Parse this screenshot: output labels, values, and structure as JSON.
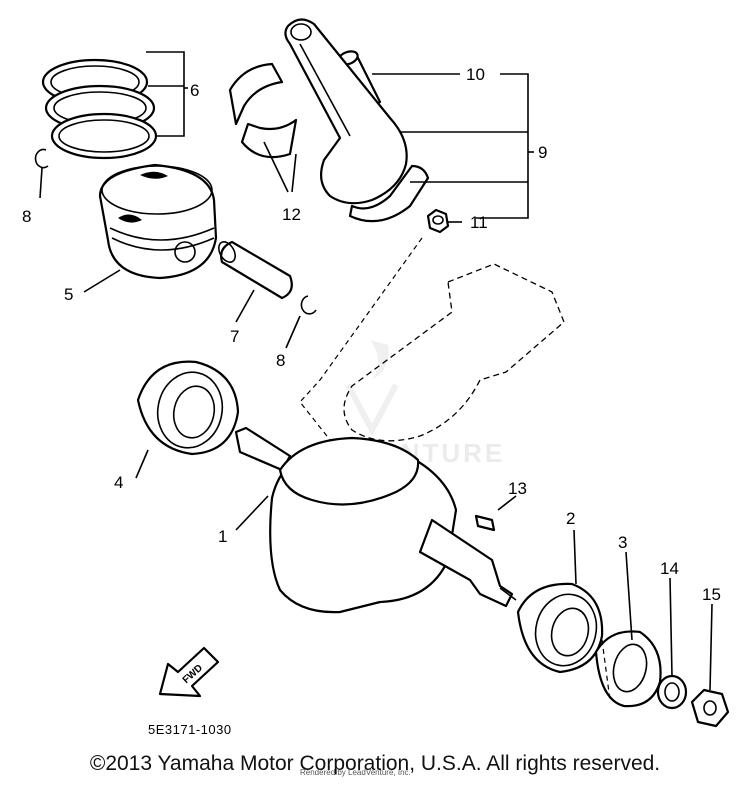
{
  "diagram": {
    "code": "5E3171-1030",
    "fwd_label": "FWD",
    "callouts": [
      {
        "id": "1",
        "label": "1"
      },
      {
        "id": "2",
        "label": "2"
      },
      {
        "id": "3",
        "label": "3"
      },
      {
        "id": "4",
        "label": "4"
      },
      {
        "id": "5",
        "label": "5"
      },
      {
        "id": "6",
        "label": "6"
      },
      {
        "id": "7",
        "label": "7"
      },
      {
        "id": "8a",
        "label": "8"
      },
      {
        "id": "8b",
        "label": "8"
      },
      {
        "id": "9",
        "label": "9"
      },
      {
        "id": "10",
        "label": "10"
      },
      {
        "id": "11",
        "label": "11"
      },
      {
        "id": "12",
        "label": "12"
      },
      {
        "id": "13",
        "label": "13"
      },
      {
        "id": "14",
        "label": "14"
      },
      {
        "id": "15",
        "label": "15"
      }
    ]
  },
  "watermark": {
    "text": "VENTURE"
  },
  "footer": {
    "copyright": "©2013 Yamaha Motor Corporation, U.S.A. All rights reserved.",
    "renderer": "Rendered by LeadVenture, Inc."
  }
}
